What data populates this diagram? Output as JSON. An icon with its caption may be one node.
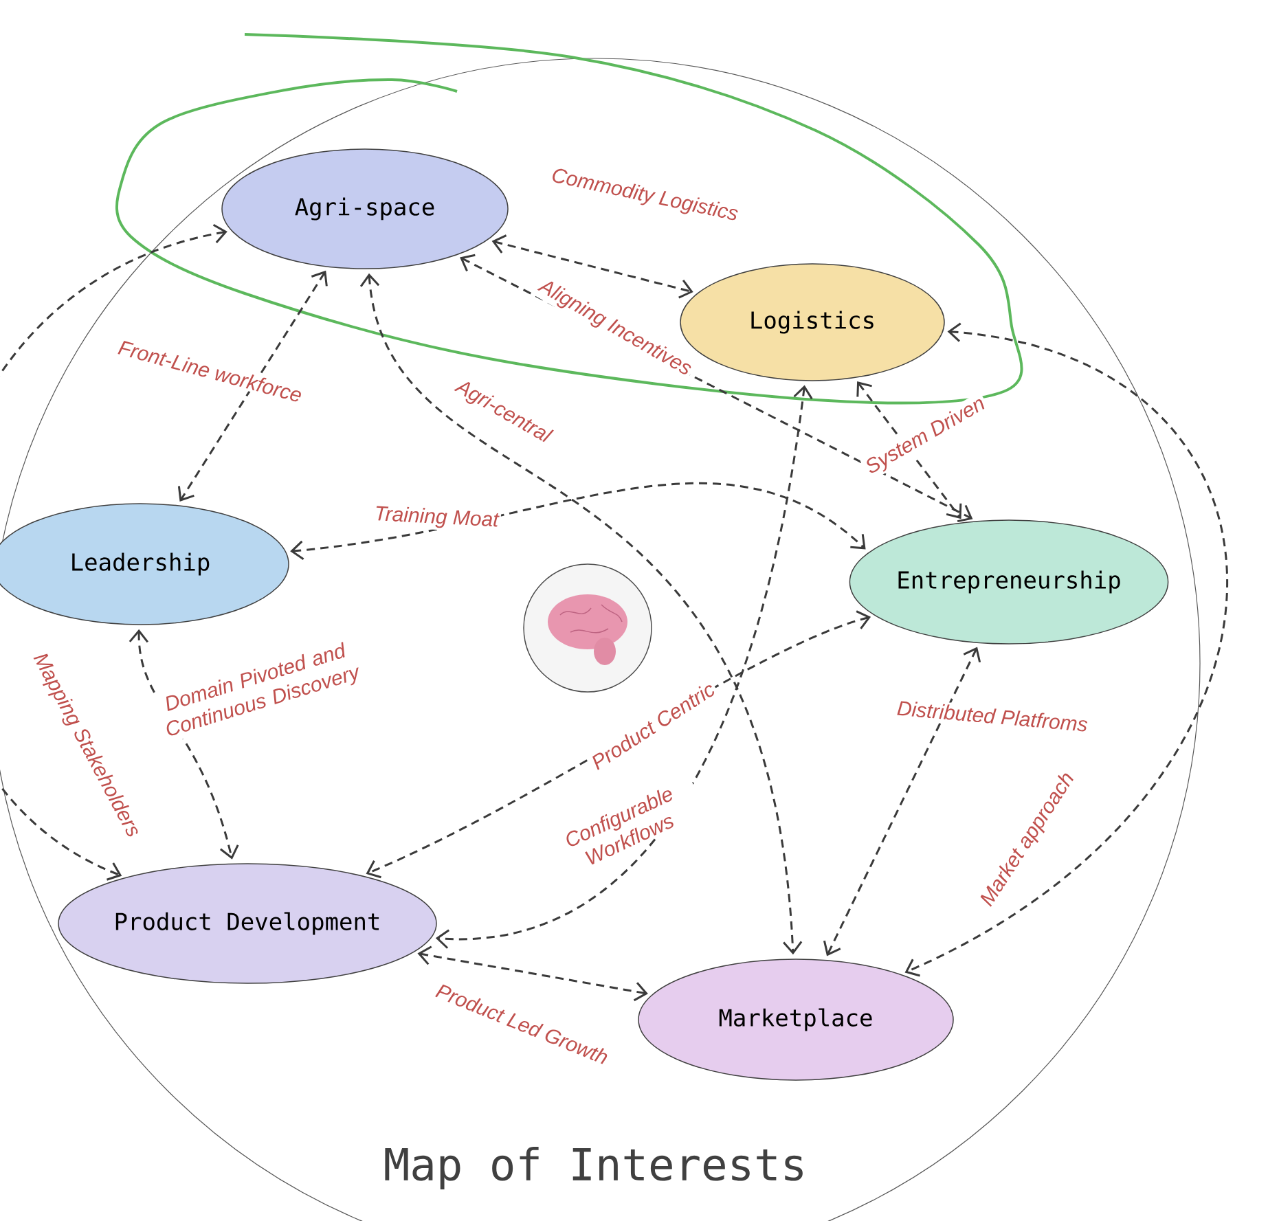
{
  "diagram": {
    "title": "Map of Interests",
    "nodes": [
      {
        "text": [
          "Agri-space"
        ]
      },
      {
        "text": [
          "Logistics"
        ]
      },
      {
        "text": [
          "Leadership"
        ]
      },
      {
        "text": [
          "Entrepreneurship"
        ]
      },
      {
        "text": [
          "Product Development"
        ]
      },
      {
        "text": [
          "Marketplace"
        ]
      }
    ],
    "edges": [
      {
        "from": 0,
        "to": 1,
        "arrow": "both",
        "label": "Commodity Logistics"
      },
      {
        "from": 0,
        "to": 3,
        "arrow": "both",
        "label": "Aligning Incentives"
      },
      {
        "from": 0,
        "to": 2,
        "arrow": "both",
        "label": "Front-Line workforce"
      },
      {
        "from": 0,
        "to": 5,
        "arrow": "both",
        "label": "Agri-central"
      },
      {
        "from": 0,
        "to": 4,
        "arrow": "both",
        "label": "Mapping Stakeholders"
      },
      {
        "from": 1,
        "to": 3,
        "arrow": "both",
        "label": "System Driven"
      },
      {
        "from": 2,
        "to": 3,
        "arrow": "both",
        "label": "Training Moat"
      },
      {
        "from": 2,
        "to": 4,
        "arrow": "both",
        "label": "Domain Pivoted and Continuous Discovery"
      },
      {
        "from": 3,
        "to": 4,
        "arrow": "both",
        "label": "Product Centric"
      },
      {
        "from": 1,
        "to": 4,
        "arrow": "both",
        "label": "Configurable Workflows"
      },
      {
        "from": 3,
        "to": 5,
        "arrow": "both",
        "label": "Distributed Platfroms"
      },
      {
        "from": 1,
        "to": 5,
        "arrow": "both",
        "label": "Market approach"
      },
      {
        "from": 4,
        "to": 5,
        "arrow": "both",
        "label": "Product Led Growth"
      }
    ]
  }
}
